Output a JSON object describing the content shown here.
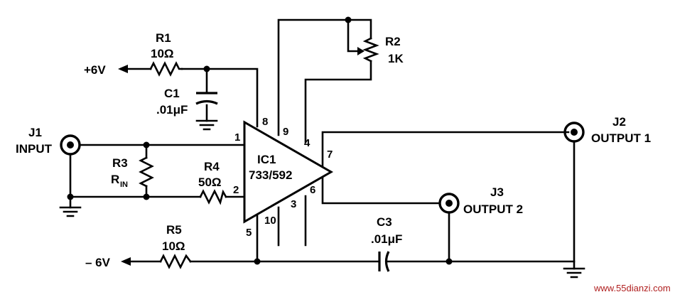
{
  "supplies": {
    "positive": "+6V",
    "negative": "– 6V"
  },
  "components": {
    "r1": {
      "ref": "R1",
      "value": "10Ω"
    },
    "c1": {
      "ref": "C1",
      "value": ".01μF"
    },
    "r2": {
      "ref": "R2",
      "value": "1K"
    },
    "r3": {
      "ref": "R3",
      "value_main": "R",
      "value_sub": "IN"
    },
    "r4": {
      "ref": "R4",
      "value": "50Ω"
    },
    "r5": {
      "ref": "R5",
      "value": "10Ω"
    },
    "c3": {
      "ref": "C3",
      "value": ".01μF"
    },
    "ic1": {
      "ref": "IC1",
      "part": "733/592"
    }
  },
  "connectors": {
    "j1": {
      "ref": "J1",
      "label": "INPUT"
    },
    "j2": {
      "ref": "J2",
      "label": "OUTPUT 1"
    },
    "j3": {
      "ref": "J3",
      "label": "OUTPUT 2"
    }
  },
  "pins": {
    "p1": "1",
    "p2": "2",
    "p3": "3",
    "p4": "4",
    "p5": "5",
    "p6": "6",
    "p7": "7",
    "p8": "8",
    "p9": "9",
    "p10": "10"
  },
  "watermark": "www.55dianzi.com"
}
